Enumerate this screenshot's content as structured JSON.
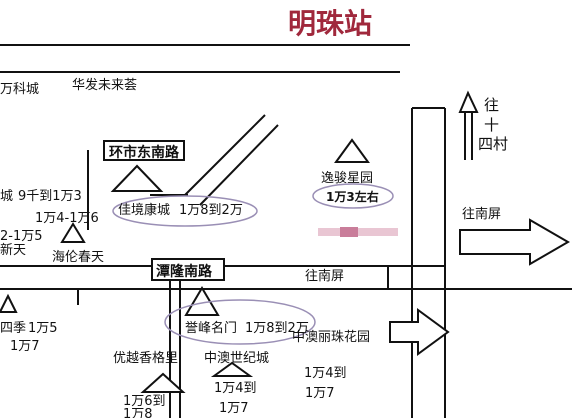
{
  "title": "明珠站",
  "roads": {
    "huanshi_dongnan": "环市东南路",
    "tanlong_nan": "潭隆南路",
    "wang_nanping_right": "往南屏",
    "wang_nanping_center": "往南屏"
  },
  "directions": {
    "north_line1": "往",
    "north_line2": "十",
    "north_line3": "四村"
  },
  "places": {
    "wanke": "万科城",
    "huafa": "华发未来荟",
    "yijun": "逸骏星园",
    "jiajing": "佳境康城",
    "yunfeng": "誉峰名门",
    "haitun": "海伦春天",
    "youyue": "优越香格里",
    "zhongao_shiji": "中澳世纪城",
    "zhongao_lizhu": "中澳丽珠花园",
    "sijixin": "四季",
    "xintian": "新天"
  },
  "prices": {
    "yijun": "1万3左右",
    "jiajing": "1万8到2万",
    "yunfeng": "1万8到2万",
    "left_city": "城",
    "left_1": "9千到1万3",
    "left_2": "1万4-1万6",
    "left_3": "2-1万5",
    "siji": "1万5",
    "siji_2": "1万7",
    "youyue": "1万6到",
    "youyue_2": "1万8",
    "zhongao_shiji": "1万4到",
    "zhongao_shiji_2": "1万7",
    "zhongao_lizhu": "1万4到",
    "zhongao_lizhu_2": "1万7"
  },
  "colors": {
    "title": "#a0283c",
    "line": "#111111",
    "ellipse": "#9a8fb5",
    "blur": "#c97d9a"
  }
}
